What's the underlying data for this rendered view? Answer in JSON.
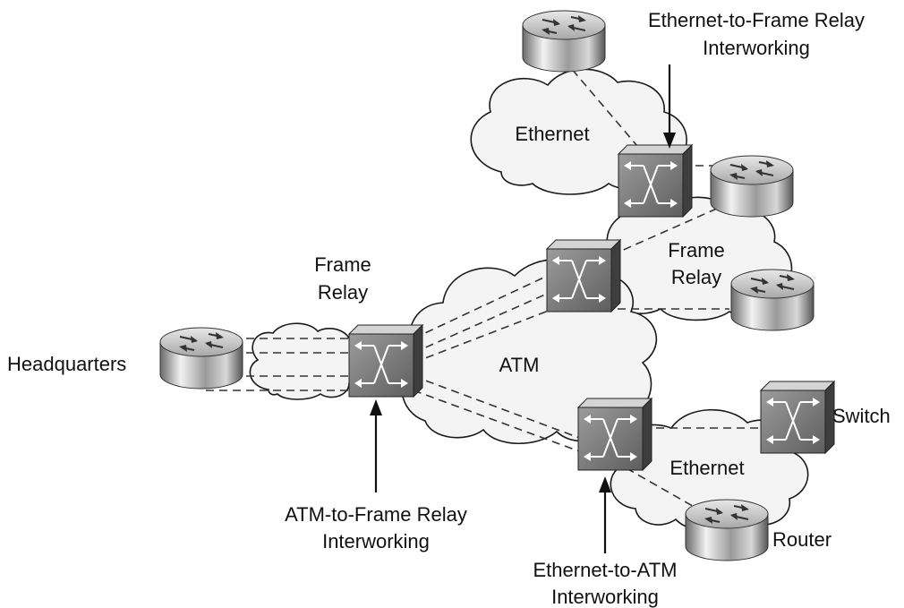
{
  "labels": {
    "headquarters": "Headquarters",
    "frame_relay_left": [
      "Frame",
      "Relay"
    ],
    "atm": "ATM",
    "ethernet_top": "Ethernet",
    "frame_relay_right": [
      "Frame",
      "Relay"
    ],
    "ethernet_bottom": "Ethernet",
    "switch": "Switch",
    "router": "Router"
  },
  "callouts": {
    "eth_fr": [
      "Ethernet-to-Frame Relay",
      "Interworking"
    ],
    "atm_fr": [
      "ATM-to-Frame Relay",
      "Interworking"
    ],
    "eth_atm": [
      "Ethernet-to-ATM",
      "Interworking"
    ]
  },
  "icons": {
    "router": "router-icon",
    "switch": "switch-icon"
  }
}
